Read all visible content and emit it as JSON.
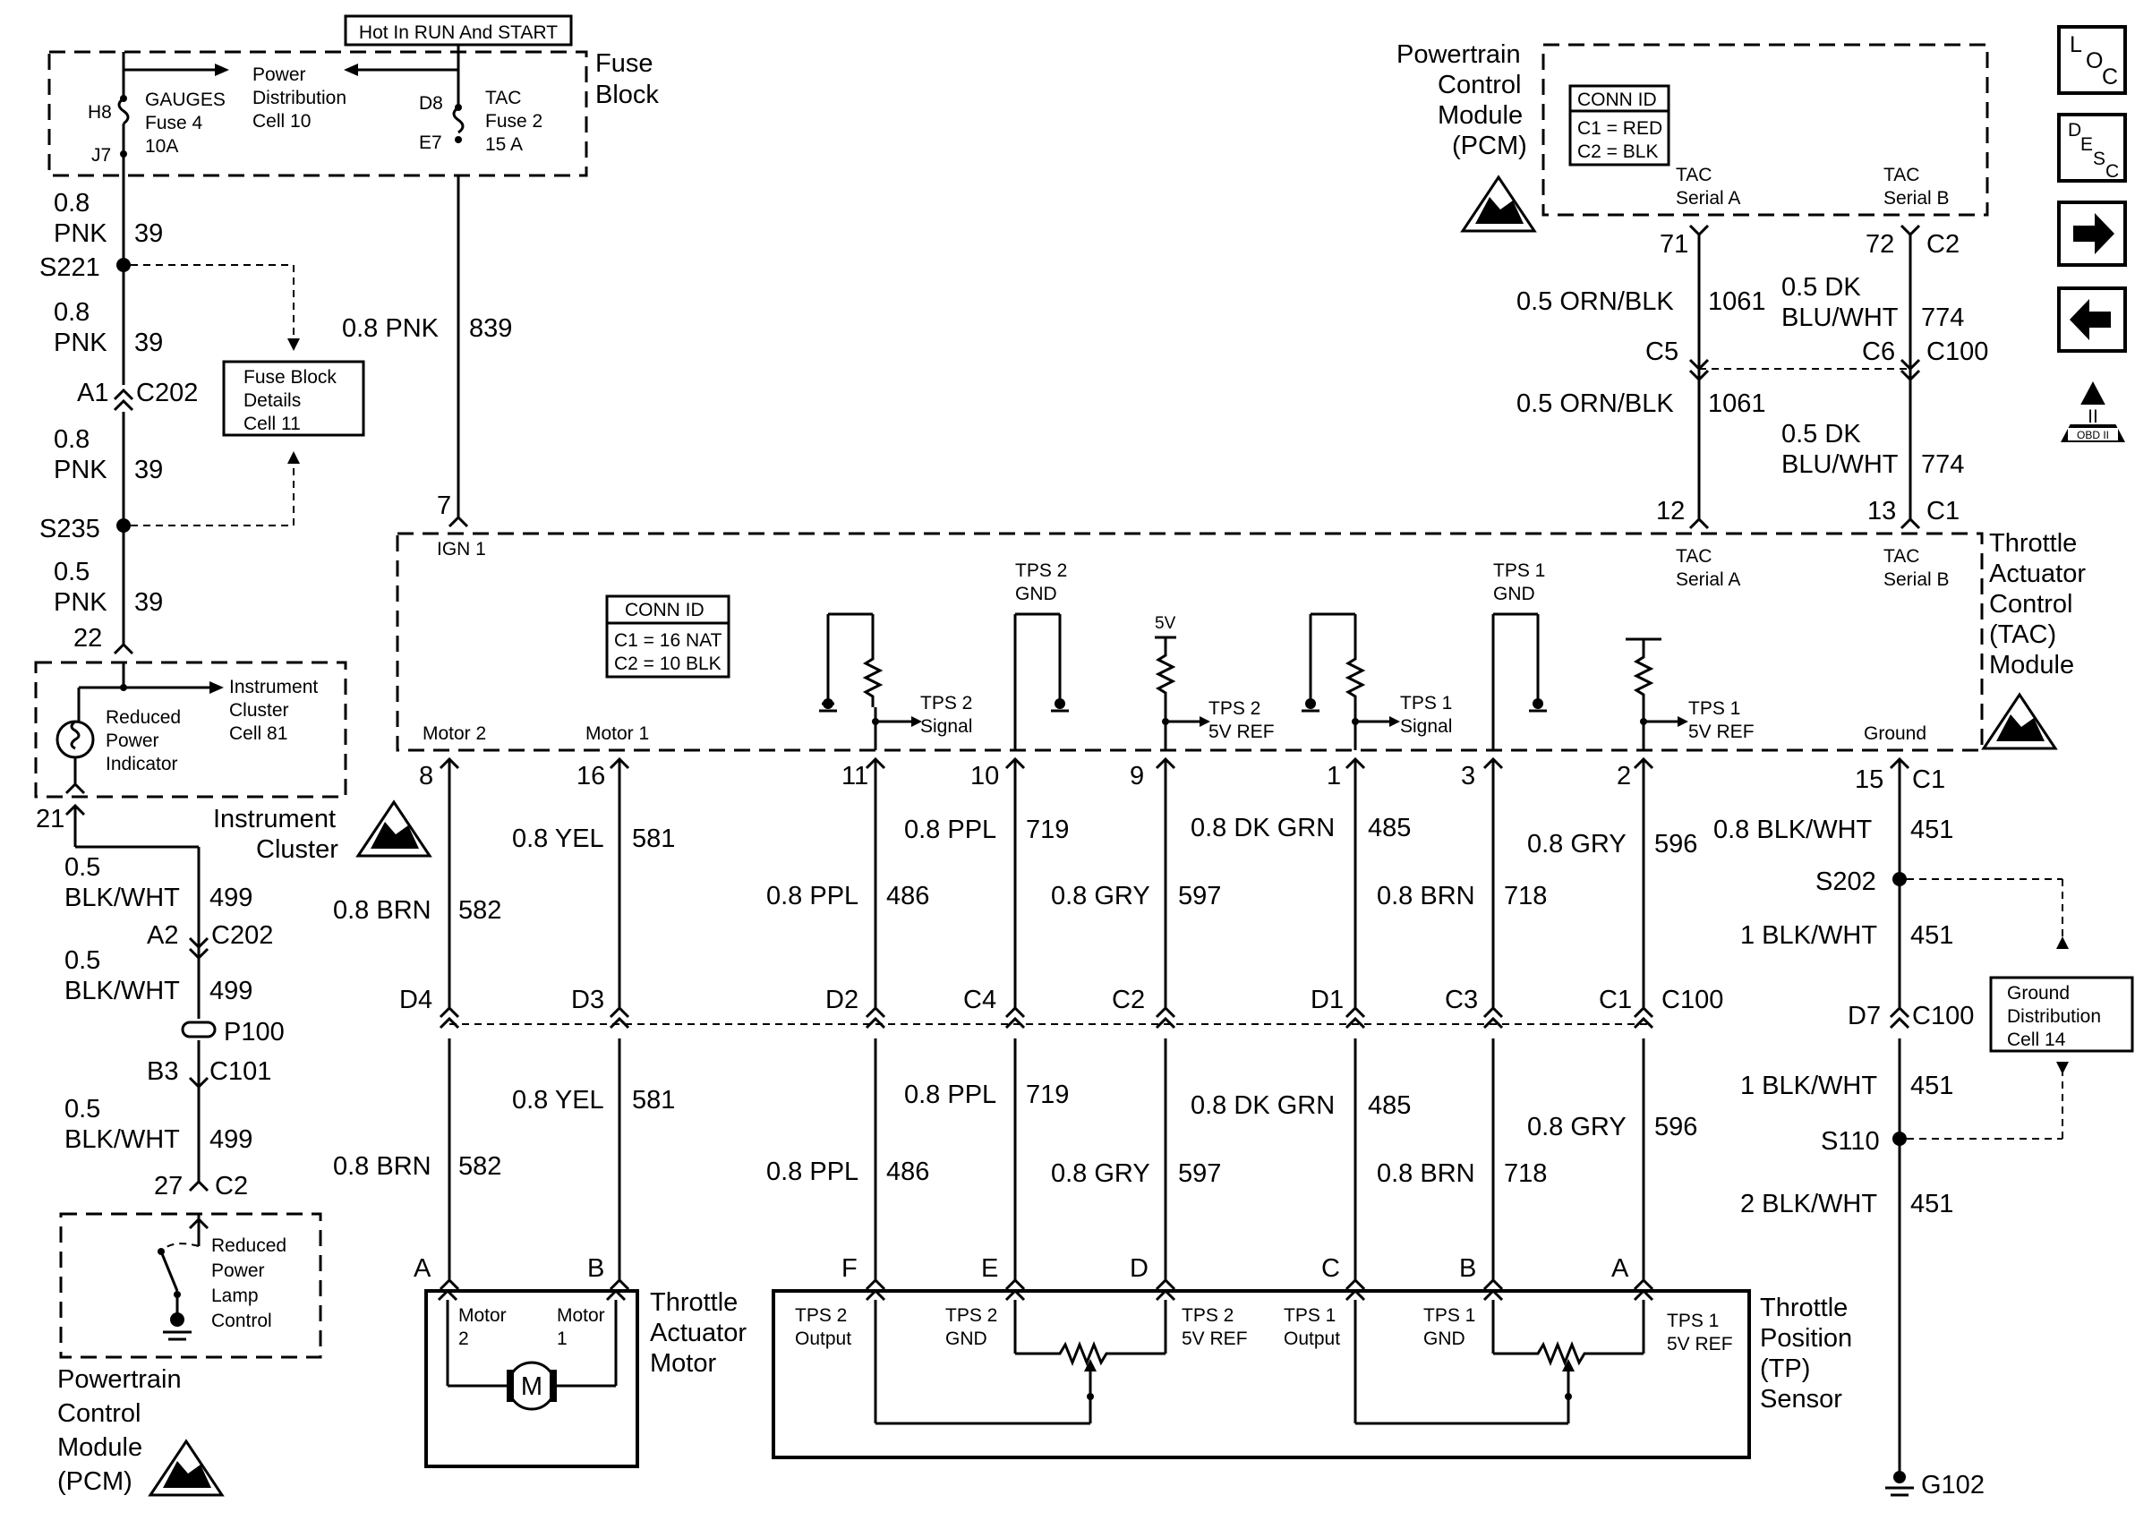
{
  "labels": {
    "hot_in_run": "Hot In RUN And START",
    "fuse_block_1": "Fuse",
    "fuse_block_2": "Block",
    "h8": "H8",
    "j7": "J7",
    "gauges_1": "GAUGES",
    "gauges_2": "Fuse 4",
    "gauges_3": "10A",
    "pdc_1": "Power",
    "pdc_2": "Distribution",
    "pdc_3": "Cell 10",
    "d8": "D8",
    "e7": "E7",
    "tac_fuse_1": "TAC",
    "tac_fuse_2": "Fuse 2",
    "tac_fuse_3": "15 A",
    "w08": "0.8",
    "w05": "0.5",
    "pnk": "PNK",
    "n39": "39",
    "s221": "S221",
    "s235": "S235",
    "a1": "A1",
    "c202": "C202",
    "fbd_1": "Fuse Block",
    "fbd_2": "Details",
    "fbd_3": "Cell 11",
    "pnk839_w": "0.8 PNK",
    "pnk839_n": "839",
    "pin7": "7",
    "ign1": "IGN 1",
    "pin22": "22",
    "pin21": "21",
    "ic_cell_1": "Instrument",
    "ic_cell_2": "Cluster",
    "ic_cell_3": "Cell 81",
    "rpi_1": "Reduced",
    "rpi_2": "Power",
    "rpi_3": "Indicator",
    "ic_1": "Instrument",
    "ic_2": "Cluster",
    "blkwht": "BLK/WHT",
    "n499": "499",
    "a2": "A2",
    "p100": "P100",
    "b3": "B3",
    "c101": "C101",
    "pin27": "27",
    "c2": "C2",
    "rpl_1": "Reduced",
    "rpl_2": "Power",
    "rpl_3": "Lamp",
    "rpl_4": "Control",
    "pcm_l1": "Powertrain",
    "pcm_l2": "Control",
    "pcm_l3": "Module",
    "pcm_l4": "(PCM)",
    "pcm_t1": "Powertrain",
    "pcm_t2": "Control",
    "pcm_t3": "Module",
    "pcm_t4": "(PCM)",
    "conn_id": "CONN ID",
    "pcm_c1": "C1 = RED",
    "pcm_c2": "C2 = BLK",
    "tac_serial_a_1": "TAC",
    "tac_serial_a_2": "Serial A",
    "tac_serial_b_1": "TAC",
    "tac_serial_b_2": "Serial B",
    "pin71": "71",
    "pin72": "72",
    "orn_blk": "0.5 ORN/BLK",
    "n1061": "1061",
    "dk_blu_1": "0.5 DK",
    "dk_blu_2": "BLU/WHT",
    "n774": "774",
    "c5": "C5",
    "c6": "C6",
    "c100": "C100",
    "pin12": "12",
    "pin13": "13",
    "c1": "C1",
    "tac_mod_1": "Throttle",
    "tac_mod_2": "Actuator",
    "tac_mod_3": "Control",
    "tac_mod_4": "(TAC)",
    "tac_mod_5": "Module",
    "tac_c1": "C1 = 16 NAT",
    "tac_c2": "C2 = 10 BLK",
    "motor2": "Motor 2",
    "motor1": "Motor 1",
    "tps2_gnd_1": "TPS 2",
    "tps2_gnd_2": "GND",
    "tps1_gnd_1": "TPS 1",
    "tps1_gnd_2": "GND",
    "v5": "5V",
    "tps2_sig_1": "TPS 2",
    "tps2_sig_2": "Signal",
    "tps2_ref_1": "TPS 2",
    "tps2_ref_2": "5V REF",
    "tps1_sig_1": "TPS 1",
    "tps1_sig_2": "Signal",
    "tps1_ref_1": "TPS 1",
    "tps1_ref_2": "5V REF",
    "ground": "Ground",
    "pin8": "8",
    "pin16": "16",
    "pin11": "11",
    "pin10": "10",
    "pin9": "9",
    "pin1": "1",
    "pin3": "3",
    "pin2": "2",
    "pin15": "15",
    "w582": "0.8 BRN",
    "n582": "582",
    "w581": "0.8 YEL",
    "n581": "581",
    "w486": "0.8 PPL",
    "n486": "486",
    "w719": "0.8 PPL",
    "n719": "719",
    "w597": "0.8 GRY",
    "n597": "597",
    "w485": "0.8 DK GRN",
    "n485": "485",
    "w718": "0.8 BRN",
    "n718": "718",
    "w596": "0.8 GRY",
    "n596": "596",
    "w451a": "0.8 BLK/WHT",
    "n451": "451",
    "w451b": "1 BLK/WHT",
    "w451c": "2 BLK/WHT",
    "s202": "S202",
    "s110": "S110",
    "d7": "D7",
    "gd_1": "Ground",
    "gd_2": "Distribution",
    "gd_3": "Cell 14",
    "g102": "G102",
    "d4": "D4",
    "d3": "D3",
    "d2": "D2",
    "c4": "C4",
    "c2b": "C2",
    "d1": "D1",
    "c3": "C3",
    "c1b": "C1",
    "pA": "A",
    "pB": "B",
    "pF": "F",
    "pE": "E",
    "pD": "D",
    "pC": "C",
    "tam_1": "Throttle",
    "tam_2": "Actuator",
    "tam_3": "Motor",
    "m2_1": "Motor",
    "m2_2": "2",
    "m1_1": "Motor",
    "m1_2": "1",
    "m": "M",
    "tp_2out_1": "TPS 2",
    "tp_2out_2": "Output",
    "tp_2gnd_1": "TPS 2",
    "tp_2gnd_2": "GND",
    "tp_2ref_1": "TPS 2",
    "tp_2ref_2": "5V REF",
    "tp_1out_1": "TPS 1",
    "tp_1out_2": "Output",
    "tp_1gnd_1": "TPS 1",
    "tp_1gnd_2": "GND",
    "tp_1ref_1": "TPS 1",
    "tp_1ref_2": "5V REF",
    "tps_1": "Throttle",
    "tps_2": "Position",
    "tps_3": "(TP)",
    "tps_4": "Sensor",
    "loc_l": "L",
    "loc_o": "O",
    "loc_c": "C",
    "desc_d": "D",
    "desc_e": "E",
    "desc_s": "S",
    "desc_c": "C",
    "obd_ii": "II",
    "obd_txt": "OBD II"
  }
}
